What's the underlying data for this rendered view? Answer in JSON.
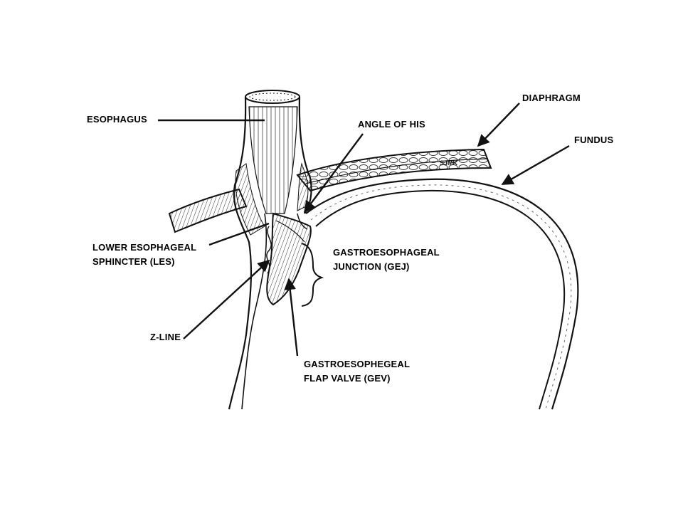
{
  "labels": {
    "esophagus": "ESOPHAGUS",
    "angle_of_his": "ANGLE OF HIS",
    "diaphragm": "DIAPHRAGM",
    "fundus": "FUNDUS",
    "les_line1": "LOWER ESOPHAGEAL",
    "les_line2": "SPHINCTER (LES)",
    "gej_line1": "GASTROESOPHAGEAL",
    "gej_line2": "JUNCTION (GEJ)",
    "zline": "Z-LINE",
    "gev_line1": "GASTROESOPHEGEAL",
    "gev_line2": "FLAP VALVE  (GEV)"
  },
  "signature": "SJMK",
  "colors": {
    "ink": "#111111",
    "paper": "#ffffff",
    "shade": "#555555"
  }
}
